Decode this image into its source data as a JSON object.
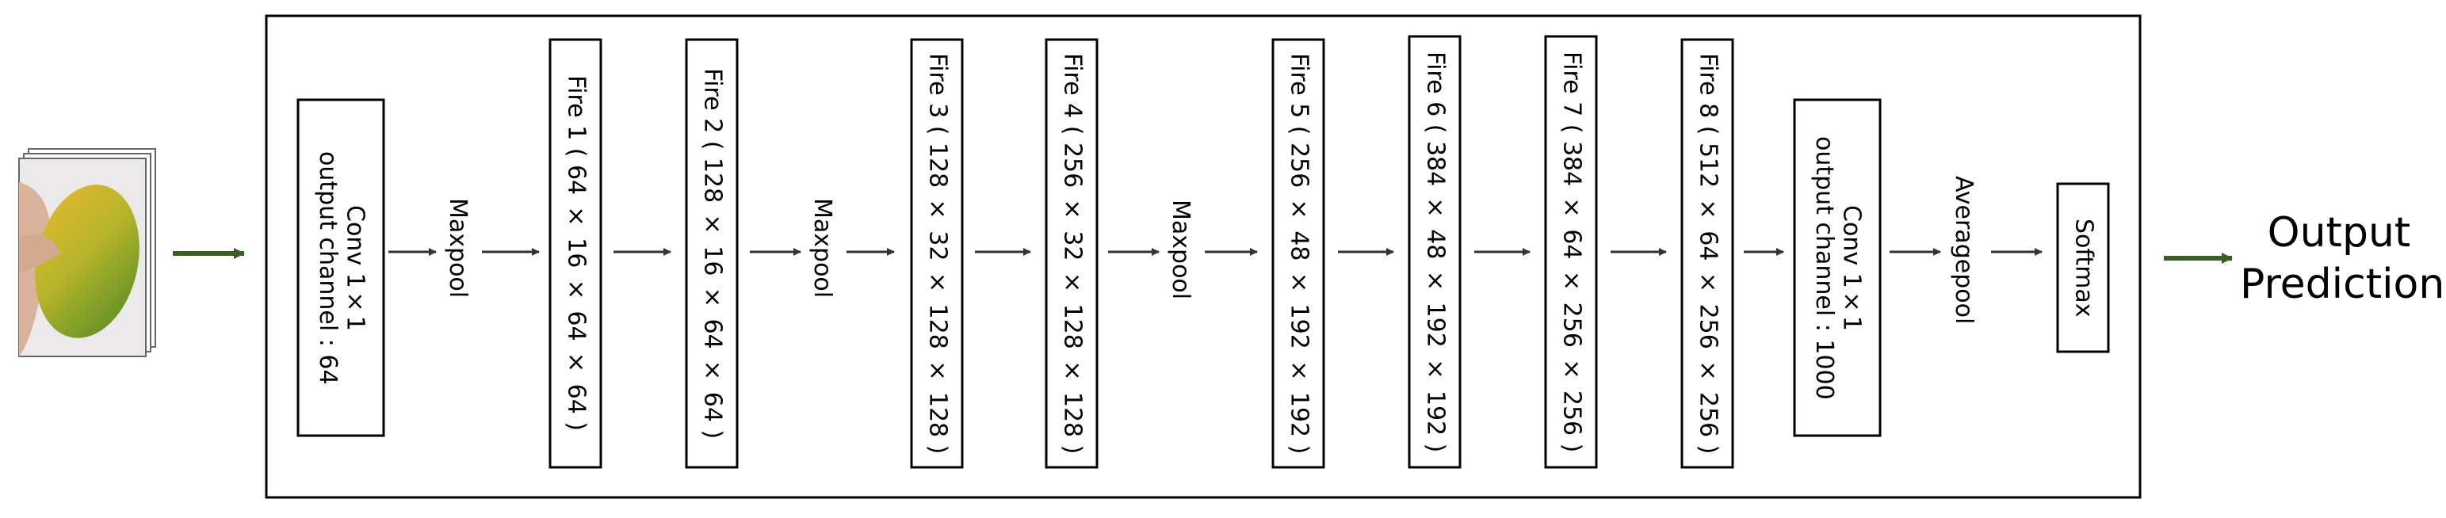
{
  "input_image": {
    "description_icon": "mango-photo-stack"
  },
  "conv1": {
    "line1": "Conv 1×1",
    "line2": "output channel : 64"
  },
  "pool1": "Maxpool",
  "fire1": "Fire 1 ( 64 × 16 × 64 × 64 )",
  "fire2": "Fire 2 ( 128 × 16 × 64 × 64 )",
  "pool2": "Maxpool",
  "fire3": "Fire 3 ( 128 × 32 × 128 × 128 )",
  "fire4": "Fire 4 ( 256 × 32 × 128 × 128 )",
  "pool3": "Maxpool",
  "fire5": "Fire 5 ( 256 × 48 × 192 × 192 )",
  "fire6": "Fire 6 ( 384 × 48 × 192 × 192 )",
  "fire7": "Fire 7 ( 384 × 64 × 256 × 256 )",
  "fire8": "Fire 8 ( 512 × 64 × 256 × 256 )",
  "conv10": {
    "line1": "Conv 1×1",
    "line2": "output channel : 1000"
  },
  "pool4": "Averagepool",
  "softmax": "Softmax",
  "output": {
    "line1": "Output",
    "line2": "Prediction"
  },
  "colors": {
    "arrow": "#333333",
    "green_arrow": "#3c5e22",
    "border": "#000000"
  }
}
